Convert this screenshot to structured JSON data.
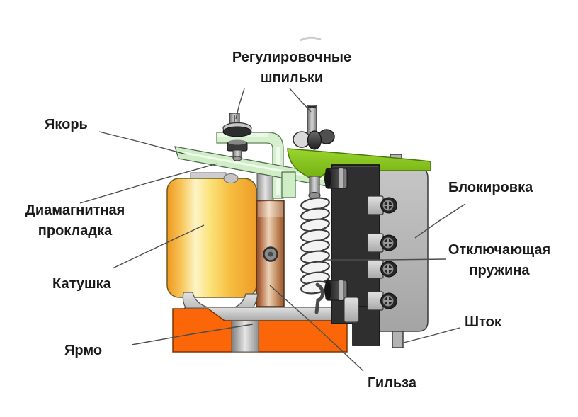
{
  "diagram": {
    "labels": {
      "adjusting_studs": "Регулировочные\nшпильки",
      "armature": "Якорь",
      "diamagnetic_pad": "Диамагнитная\nпрокладка",
      "coil": "Катушка",
      "yoke": "Ярмо",
      "sleeve": "Гильза",
      "blocking": "Блокировка",
      "release_spring": "Отключающая\nпружина",
      "rod": "Шток"
    },
    "colors": {
      "coil_yellow": "#f6bc3e",
      "yoke_orange": "#fb6708",
      "armature_pale_green": "#cfeec6",
      "bracket_bright_green": "#85c31f",
      "sleeve_brown": "#b06a40",
      "contact_block_black": "#2f2f2f",
      "blocking_gray": "#b5b5b5",
      "spring_white": "#f3f3f3",
      "metal_silver": "#c6c6c6",
      "label_text": "#1b1b1b",
      "leader_line": "#4d4d4d"
    }
  }
}
